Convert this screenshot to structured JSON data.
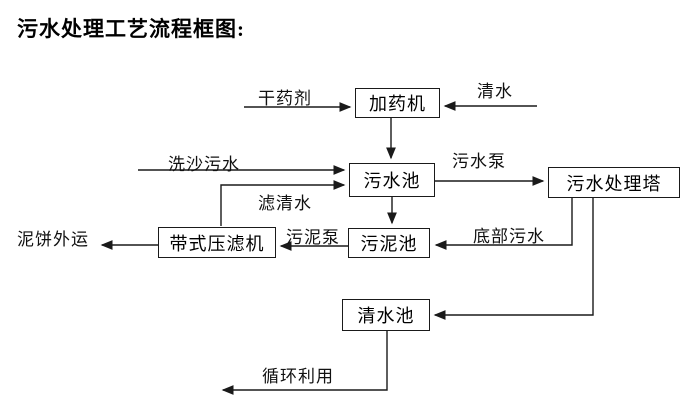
{
  "title": "污水处理工艺流程框图:",
  "diagram_type": "process-flowchart",
  "colors": {
    "background": "#ffffff",
    "line": "#1a1a1a",
    "box_border": "#1a1a1a",
    "text": "#000000"
  },
  "nodes": {
    "dosing_machine": "加药机",
    "sewage_pool": "污水池",
    "treatment_tower": "污水处理塔",
    "sludge_pool": "污泥池",
    "belt_filter_press": "带式压滤机",
    "clean_water_pool": "清水池"
  },
  "labels": {
    "dry_agent": "干药剂",
    "clean_water": "清水",
    "sand_washing_sewage": "洗沙污水",
    "sewage_pump": "污水泵",
    "filtered_water": "滤清水",
    "sludge_pump": "污泥泵",
    "bottom_sewage": "底部污水",
    "mud_cake_out": "泥饼外运",
    "recycle": "循环利用"
  },
  "flows": [
    "干药剂 → 加药机",
    "清水 → 加药机",
    "加药机 → 污水池",
    "洗沙污水 → 污水池",
    "带式压滤机 → 滤清水 → 污水池",
    "污水池 → 污水泵 → 污水处理塔",
    "污水池 → 污泥池",
    "污水处理塔 → 底部污水 → 污泥池",
    "污水处理塔 → 清水池",
    "污泥池 → 污泥泵 → 带式压滤机",
    "带式压滤机 → 泥饼外运",
    "清水池 → 循环利用"
  ]
}
